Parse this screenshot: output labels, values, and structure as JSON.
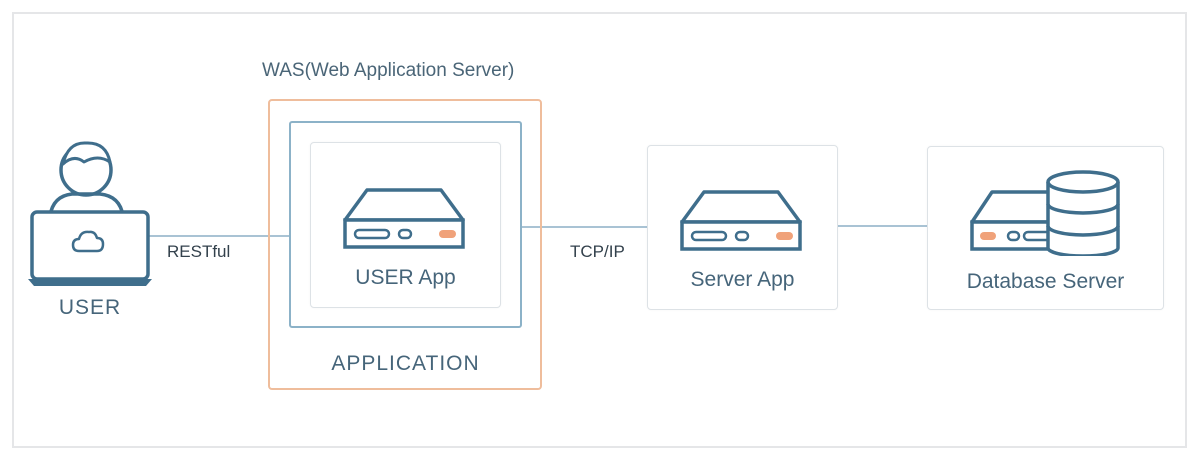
{
  "was": {
    "title": "WAS(Web Application Server)"
  },
  "user": {
    "label": "USER"
  },
  "application": {
    "label": "APPLICATION"
  },
  "user_app": {
    "label": "USER App"
  },
  "server_app": {
    "label": "Server App"
  },
  "database_server": {
    "label": "Database Server"
  },
  "connections": {
    "restful": "RESTful",
    "tcpip": "TCP/IP"
  },
  "colors": {
    "primary": "#3f6e8c",
    "line": "#a9c3d4",
    "was_border": "#efbd9c",
    "accent": "#f0a27a"
  }
}
